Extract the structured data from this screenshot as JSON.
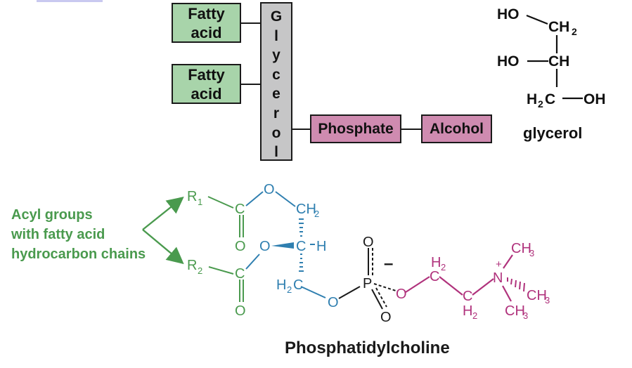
{
  "diagram": {
    "fatty_acid_1": "Fatty\nacid",
    "fatty_acid_2": "Fatty\nacid",
    "glycerol_letters": [
      "G",
      "l",
      "y",
      "c",
      "e",
      "r",
      "o",
      "l"
    ],
    "phosphate": "Phosphate",
    "alcohol": "Alcohol"
  },
  "glycerol_structure": {
    "ho_1": "HO",
    "ch2_top": "CH",
    "ch2_top_sub": "2",
    "ho_2": "HO",
    "ch": "CH",
    "h2c_h": "H",
    "h2c_sub": "2",
    "h2c_c": "C",
    "oh": "OH",
    "label": "glycerol"
  },
  "phosphatidylcholine": {
    "acyl_label": "Acyl groups\nwith fatty acid\nhydrocarbon chains",
    "r1": "R",
    "r1_sub": "1",
    "r2": "R",
    "r2_sub": "2",
    "c_carbonyl_1": "C",
    "o_carbonyl_1": "O",
    "c_carbonyl_2": "C",
    "o_carbonyl_2": "O",
    "o_ester_1": "O",
    "o_ester_2": "O",
    "ch2_glycerol": "CH",
    "ch2_glycerol_sub": "2",
    "c_center": "C",
    "h_center": "H",
    "h2c_h": "H",
    "h2c_sub": "2",
    "h2c_c": "C",
    "o_bridge": "O",
    "p": "P",
    "o_p_top": "O",
    "o_p_bottom": "O",
    "minus": "–",
    "o_choline": "O",
    "c_h2_1_h": "H",
    "c_h2_1_sub": "2",
    "c_h2_1_c": "C",
    "c_h2_2_c": "C",
    "c_h2_2_h": "H",
    "c_h2_2_sub": "2",
    "n": "N",
    "plus": "+",
    "ch3_top": "CH",
    "ch3_top_sub": "3",
    "ch3_right": "CH",
    "ch3_right_sub": "3",
    "ch3_bottom": "CH",
    "ch3_bottom_sub": "3",
    "title": "Phosphatidylcholine"
  },
  "colors": {
    "fatty_acid_box": "#a8d4aa",
    "glycerol_box": "#c6c6c7",
    "phosphate_box": "#cf8bb0",
    "acyl_green": "#4a9a4e",
    "glycerol_blue": "#2f7fb0",
    "choline_magenta": "#b0327c",
    "black": "#1a1a1a"
  }
}
